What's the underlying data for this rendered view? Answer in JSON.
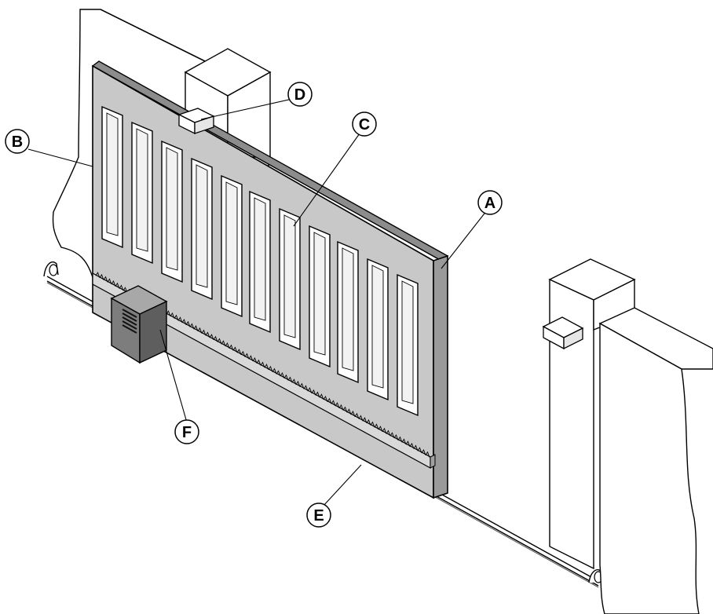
{
  "diagram": {
    "callouts": [
      {
        "id": "A",
        "label": "A"
      },
      {
        "id": "B",
        "label": "B"
      },
      {
        "id": "C",
        "label": "C"
      },
      {
        "id": "D",
        "label": "D"
      },
      {
        "id": "E",
        "label": "E"
      },
      {
        "id": "F",
        "label": "F"
      }
    ],
    "colors": {
      "gate_panel": "#c8c8c8",
      "gate_edge": "#9a9a9a",
      "gate_top": "#8c8c8c",
      "motor_front": "#7d7d7d",
      "motor_side": "#5e5e5e",
      "motor_top": "#a8a8a8",
      "outline": "#000000",
      "pillar": "#ffffff"
    }
  }
}
